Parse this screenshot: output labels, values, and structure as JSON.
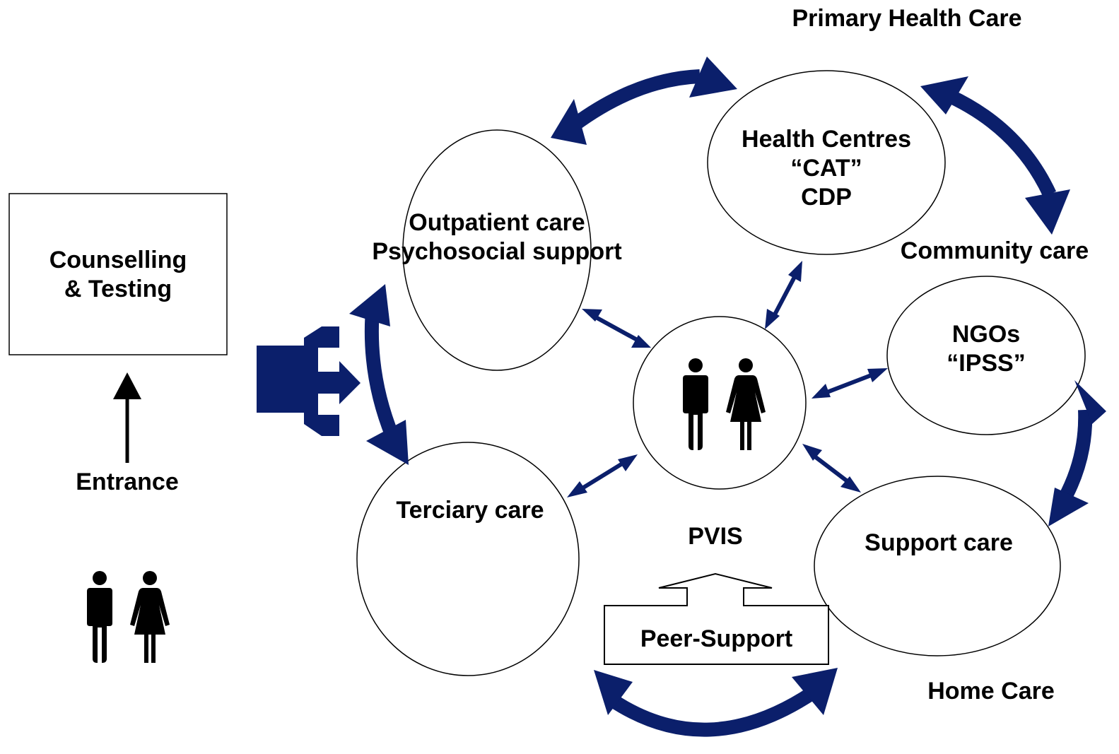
{
  "entry": {
    "box_lines": [
      "Counselling",
      "& Testing"
    ],
    "entrance": "Entrance"
  },
  "nodes": {
    "outpatient": [
      "Outpatient care",
      "Psychosocial support"
    ],
    "health_centres": [
      "Health Centres",
      "“CAT”",
      "CDP"
    ],
    "ngos": [
      "NGOs",
      "“IPSS”"
    ],
    "terciary": "Terciary care",
    "support": "Support care",
    "center": "PVIS"
  },
  "peer_support": "Peer-Support",
  "area_labels": {
    "primary": "Primary Health Care",
    "community": "Community care",
    "home": "Home Care"
  },
  "colors": {
    "arrow": "#0b1f6b",
    "outline": "#000000",
    "fill": "#ffffff"
  },
  "icons": [
    "man-icon",
    "woman-icon"
  ]
}
